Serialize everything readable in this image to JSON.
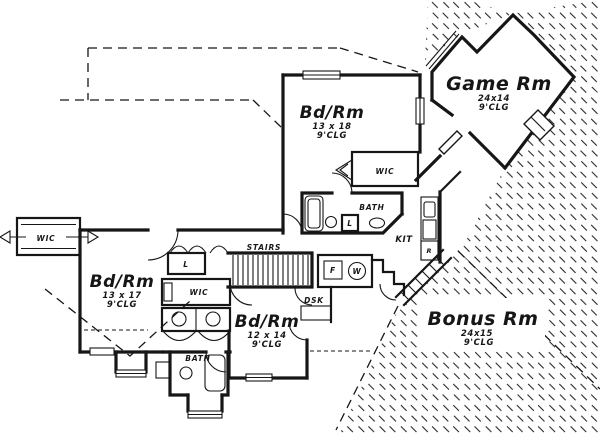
{
  "plan": {
    "colors": {
      "ink": "#161616",
      "paper": "#ffffff"
    },
    "rooms": {
      "bed_top": {
        "name": "Bd/Rm",
        "dims": "13 x 18",
        "clg": "9'CLG"
      },
      "bed_left": {
        "name": "Bd/Rm",
        "dims": "13 x 17",
        "clg": "9'CLG"
      },
      "bed_bottom": {
        "name": "Bd/Rm",
        "dims": "12 x 14",
        "clg": "9'CLG"
      },
      "game": {
        "name": "Game Rm",
        "dims": "24x14",
        "clg": "9'CLG"
      },
      "bonus": {
        "name": "Bonus Rm",
        "dims": "24x15",
        "clg": "9'CLG"
      }
    },
    "labels": {
      "stairs": "STAIRS",
      "kitchen": "KIT",
      "bath_upper": "BATH",
      "bath_lower": "BATH",
      "wic_left": "WIC",
      "wic_center": "WIC",
      "wic_upper": "WIC",
      "linen_hall": "L",
      "linen_bath": "L",
      "desk": "DSK",
      "freezer": "F",
      "washer": "W",
      "range": "R"
    }
  }
}
